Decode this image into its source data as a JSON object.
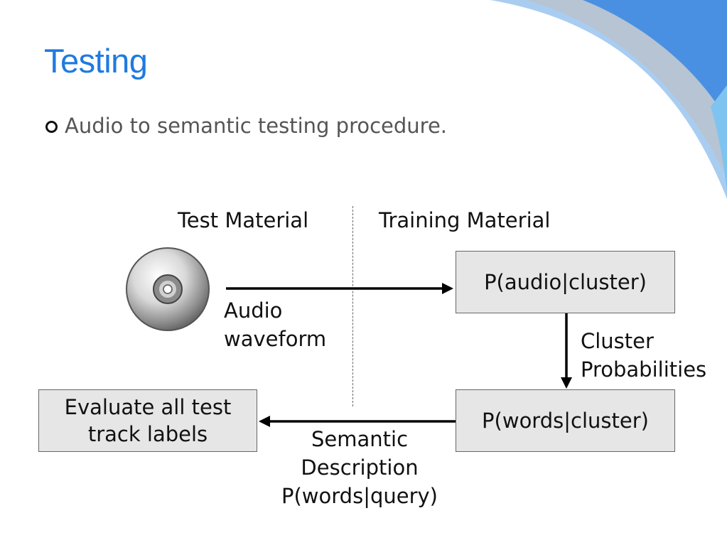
{
  "slide": {
    "title": "Testing",
    "bullet": "Audio to semantic testing procedure."
  },
  "diagram": {
    "test_material_label": "Test Material",
    "training_material_label": "Training Material",
    "audio_waveform_line1": "Audio",
    "audio_waveform_line2": "waveform",
    "box_audio_cluster": "P(audio|cluster)",
    "cluster_probabilities_line1": "Cluster",
    "cluster_probabilities_line2": "Probabilities",
    "box_words_cluster": "P(words|cluster)",
    "box_evaluate_line1": "Evaluate all test",
    "box_evaluate_line2": "track labels",
    "semantic_line1": "Semantic",
    "semantic_line2": "Description",
    "semantic_line3": "P(words|query)"
  },
  "colors": {
    "title": "#1f7ae0",
    "box_fill": "#e6e6e6",
    "corner_blue": "#4a90e2",
    "corner_light": "#a9cdf1"
  },
  "icons": {
    "disc": "cd-disc-icon",
    "bullet": "hollow-circle-bullet"
  }
}
